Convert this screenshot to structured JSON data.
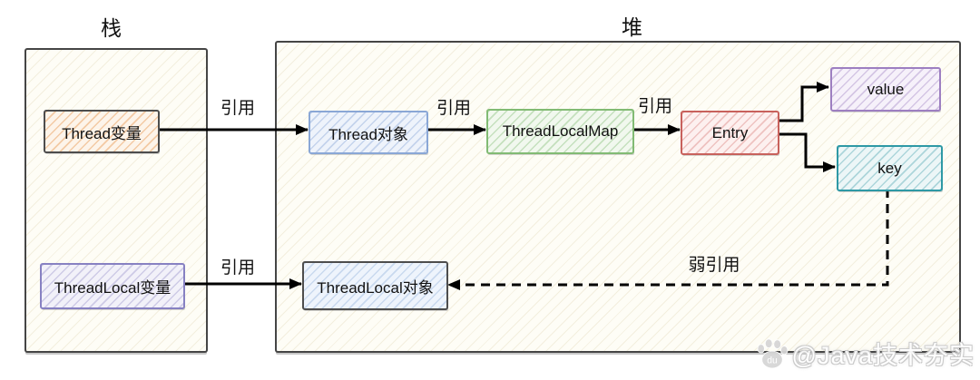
{
  "regions": {
    "stack": {
      "label": "栈"
    },
    "heap": {
      "label": "堆"
    }
  },
  "nodes": {
    "thread_var": {
      "label": "Thread变量",
      "accent": "#4d4d4d",
      "fill_tint": "#f5c9a0"
    },
    "thread_obj": {
      "label": "Thread对象",
      "accent": "#8aa7d6",
      "fill_tint": "#c5d5ef"
    },
    "threadlocal_map": {
      "label": "ThreadLocalMap",
      "accent": "#82bb74",
      "fill_tint": "#c8e3bf"
    },
    "entry": {
      "label": "Entry",
      "accent": "#c8615c",
      "fill_tint": "#f0c3c0"
    },
    "value": {
      "label": "value",
      "accent": "#9d7fc1",
      "fill_tint": "#d8c8e8"
    },
    "key": {
      "label": "key",
      "accent": "#2e99a5",
      "fill_tint": "#b8dee3"
    },
    "threadlocal_var": {
      "label": "ThreadLocal变量",
      "accent": "#8781c2",
      "fill_tint": "#cfcbe8"
    },
    "threadlocal_obj": {
      "label": "ThreadLocal对象",
      "accent": "#4d4d4d",
      "fill_tint": "#c5d8ef"
    }
  },
  "edges": {
    "ref1": {
      "label": "引用",
      "style": "solid",
      "from": "thread_var",
      "to": "thread_obj"
    },
    "ref2": {
      "label": "引用",
      "style": "solid",
      "from": "thread_obj",
      "to": "threadlocal_map"
    },
    "ref3": {
      "label": "引用",
      "style": "solid",
      "from": "threadlocal_map",
      "to": "entry"
    },
    "ref4": {
      "label": "引用",
      "style": "solid",
      "from": "threadlocal_var",
      "to": "threadlocal_obj"
    },
    "entry_value": {
      "style": "solid",
      "from": "entry",
      "to": "value"
    },
    "entry_key": {
      "style": "solid",
      "from": "entry",
      "to": "key"
    },
    "weak": {
      "label": "弱引用",
      "style": "dashed",
      "from": "key",
      "to": "threadlocal_obj"
    }
  },
  "watermark": {
    "icon": "paw-icon",
    "icon_text": "du",
    "text": "@Java技术夯实"
  },
  "colors": {
    "arrow": "#000000",
    "region_border": "#454545",
    "region_fill": "#fefdf6",
    "text": "#111111"
  }
}
